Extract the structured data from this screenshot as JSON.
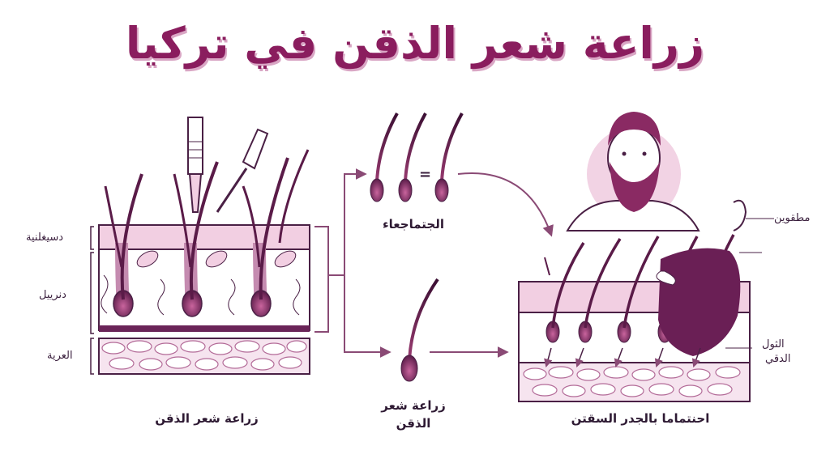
{
  "title": "زراعة شعر الذقن في تركيا",
  "left_panel": {
    "layer_labels": [
      "دسيغلنية",
      "دنرييل",
      "العرية"
    ],
    "caption": "زراعة شعر الذقن"
  },
  "middle": {
    "top_label": "الجتماجعاء",
    "top_symbol": "=",
    "bottom_caption_line1": "زراعة شعر",
    "bottom_caption_line2": "الذقن"
  },
  "right_panel": {
    "label_top": "مطقوين",
    "label_side_line1": "الثول",
    "label_side_line2": "الدقي",
    "caption": "احنتماما بالجدر السقتن"
  },
  "colors": {
    "title": "#8a1d5e",
    "skin": "#f2cfe2",
    "fat": "#f6e4ef",
    "hair": "#5a1b48",
    "outline": "#4a2045",
    "arrow": "#8a4a75"
  }
}
